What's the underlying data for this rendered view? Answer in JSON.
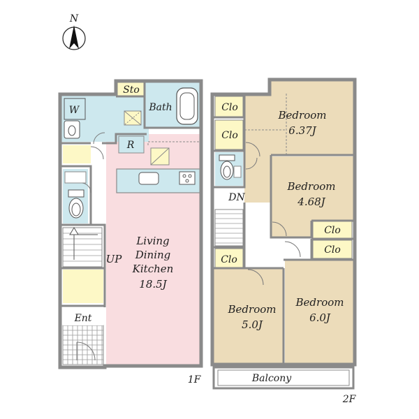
{
  "compass": {
    "label": "N"
  },
  "floor1": {
    "label": "1F",
    "rooms": {
      "storage": "Sto",
      "washroom": "W",
      "bath": "Bath",
      "refrigerator": "R",
      "stairs": "UP",
      "ldk_line1": "Living",
      "ldk_line2": "Dining",
      "ldk_line3": "Kitchen",
      "ldk_size": "18.5J",
      "entrance": "Ent"
    }
  },
  "floor2": {
    "label": "2F",
    "rooms": {
      "closet_1": "Clo",
      "closet_2": "Clo",
      "closet_3": "Clo",
      "closet_4": "Clo",
      "closet_5": "Clo",
      "stairs": "DN",
      "bedroom_a_name": "Bedroom",
      "bedroom_a_size": "6.37J",
      "bedroom_b_name": "Bedroom",
      "bedroom_b_size": "4.68J",
      "bedroom_c_name": "Bedroom",
      "bedroom_c_size": "5.0J",
      "bedroom_d_name": "Bedroom",
      "bedroom_d_size": "6.0J",
      "balcony": "Balcony"
    }
  },
  "colors": {
    "living": "#f9dde0",
    "wet_area": "#cde8ee",
    "bedroom": "#ecdcba",
    "closet": "#fdf8c6",
    "hall": "#ffffff",
    "wall": "#8a8a8a"
  }
}
